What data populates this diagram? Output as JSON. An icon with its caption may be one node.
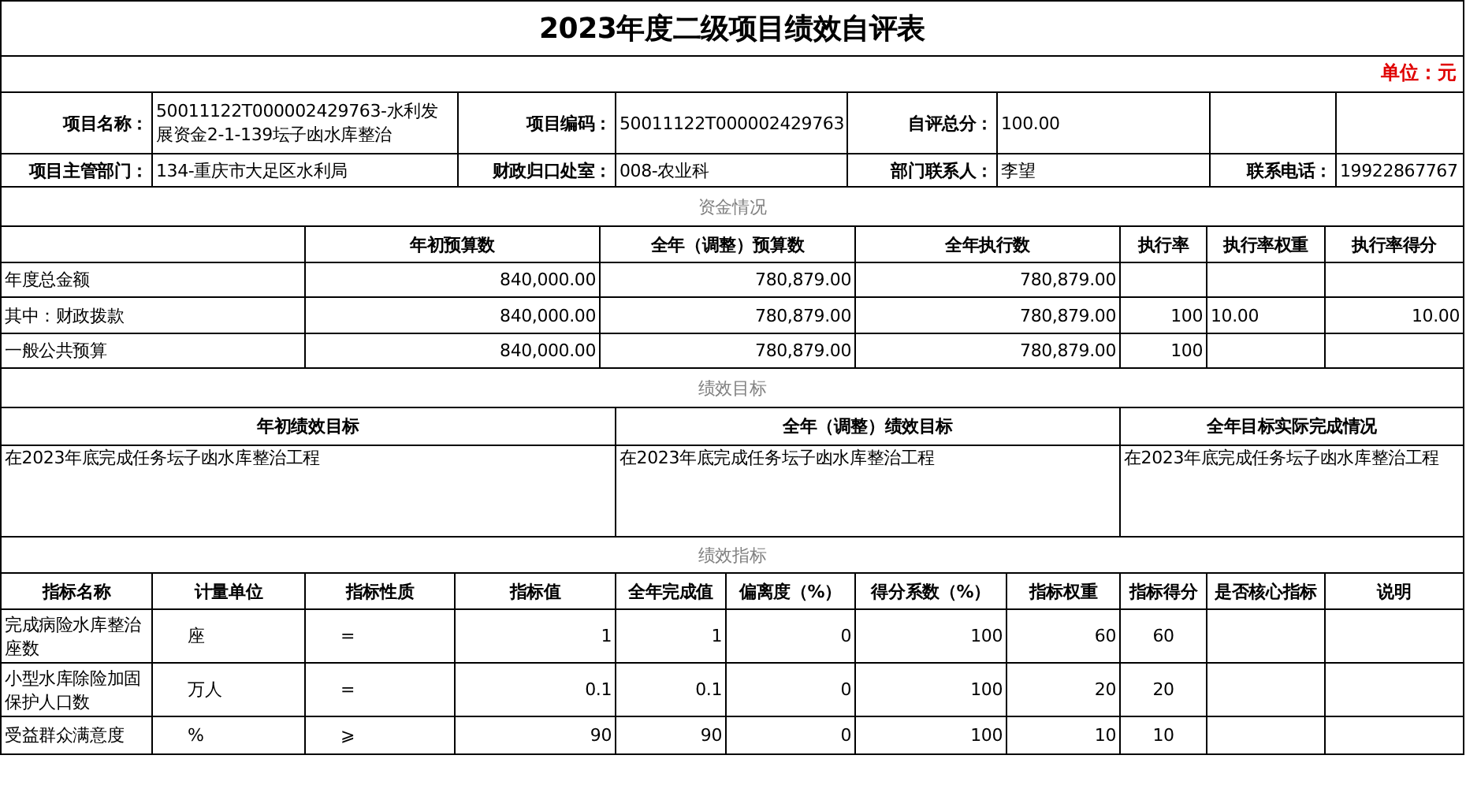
{
  "diagram": {
    "title": "2023年度二级项目绩效自评表",
    "labels": [
      "单位：元",
      "项目名称：",
      "50011122T000002429763-水利发展资金2-1-139坛子凼水库整治",
      "项目编码：",
      "50011122T000002429763",
      "自评总分：",
      "100.00",
      "项目主管部门：",
      "134-重庆市大足区水利局",
      "财政归口处室：",
      "008-农业科",
      "部门联系人：",
      "李望",
      "联系电话：",
      "19922867767",
      "资金情况",
      "年初预算数",
      "全年（调整）预算数",
      "全年执行数",
      "执行率",
      "执行率权重",
      "执行率得分",
      "年度总金额",
      "840,000.00",
      "780,879.00",
      "780,879.00",
      "其中：财政拨款",
      "840,000.00",
      "780,879.00",
      "780,879.00",
      "100",
      "10.00",
      "10.00",
      "一般公共预算",
      "840,000.00",
      "780,879.00",
      "780,879.00",
      "100",
      "绩效目标",
      "年初绩效目标",
      "全年（调整）绩效目标",
      "全年目标实际完成情况",
      "在2023年底完成任务坛子凼水库整治工程",
      "在2023年底完成任务坛子凼水库整治工程",
      "在2023年底完成任务坛子凼水库整治工程",
      "绩效指标",
      "指标名称",
      "计量单位",
      "指标性质",
      "指标值",
      "全年完成值",
      "偏离度（%）",
      "得分系数（%）",
      "指标权重",
      "指标得分",
      "是否核心指标",
      "说明",
      "完成病险水库整治座数",
      "座",
      "=",
      "1",
      "1",
      "0",
      "100",
      "60",
      "60",
      "小型水库除险加固保护人口数",
      "万人",
      "=",
      "0.1",
      "0.1",
      "0",
      "100",
      "20",
      "20",
      "受益群众满意度",
      "%",
      "⩾",
      "90",
      "90",
      "0",
      "100",
      "10",
      "10"
    ]
  }
}
